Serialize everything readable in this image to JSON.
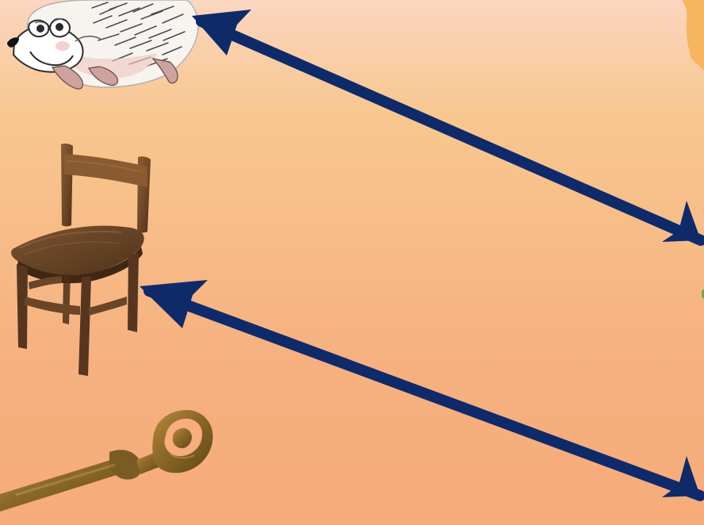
{
  "scene": {
    "background": {
      "top_color": "#fbd6c0",
      "upper_mid_color": "#f8c78f",
      "lower_mid_color": "#f6b07f",
      "bottom_color": "#f7ab7a"
    },
    "arrow_color": "#0f2a69",
    "items": [
      {
        "name": "hedgehog",
        "icon": "hedgehog-icon"
      },
      {
        "name": "chair",
        "icon": "chair-icon"
      },
      {
        "name": "key",
        "icon": "key-icon"
      }
    ],
    "arrows": [
      {
        "name": "arrow-hedgehog-right",
        "type": "double-headed"
      },
      {
        "name": "arrow-chair-right",
        "type": "double-headed"
      }
    ],
    "edge_fragments": [
      {
        "name": "right-edge-fragment-top",
        "color": "#f7b35b"
      },
      {
        "name": "right-edge-fragment-mid",
        "color": "#6aa85b"
      }
    ]
  }
}
